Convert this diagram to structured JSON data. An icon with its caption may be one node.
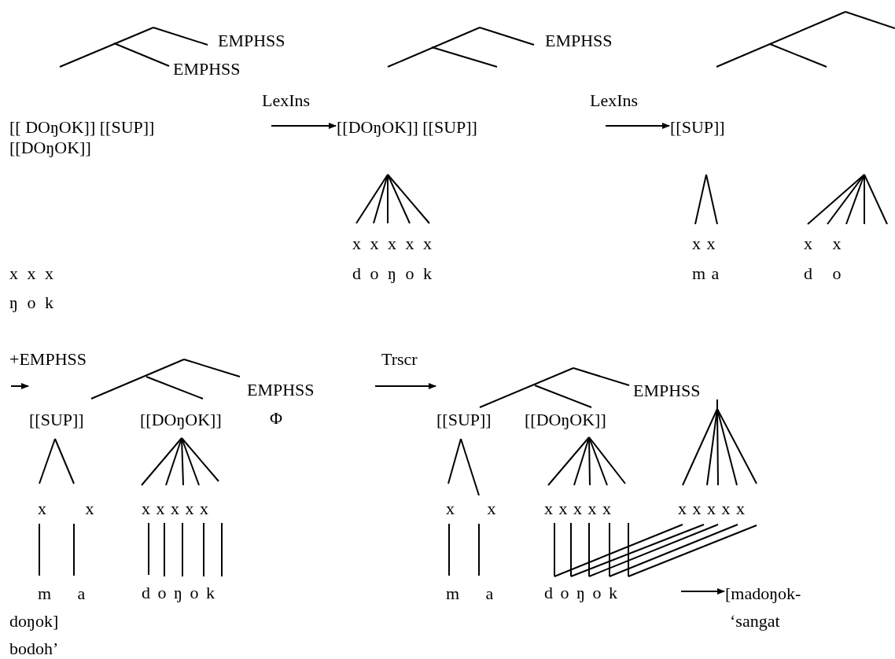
{
  "diagram": {
    "nodes": [
      {
        "text": [
          "[[ DOŋOK]] [[SUP]] [[DOŋOK]]"
        ]
      },
      {
        "text": [
          "[[DOŋOK]] [[SUP]]"
        ]
      },
      {
        "text": [
          "[[SUP]]"
        ]
      },
      {
        "text": [
          "[[SUP]]"
        ]
      },
      {
        "text": [
          "[[DOŋOK]]"
        ]
      },
      {
        "text": [
          "[[SUP]]"
        ]
      },
      {
        "text": [
          "[[DOŋOK]]"
        ]
      },
      {
        "text": [
          "[madoŋok-",
          "‘sangat"
        ]
      }
    ],
    "edges": [
      {
        "from": null,
        "to": 1,
        "arrow": "to",
        "label": "LexIns"
      },
      {
        "from": null,
        "to": 2,
        "arrow": "to",
        "label": "LexIns"
      },
      {
        "from": null,
        "to": 3,
        "arrow": "to",
        "label": "+EMPHSS"
      },
      {
        "from": null,
        "to": 5,
        "arrow": "to",
        "label": "Trscr"
      },
      {
        "from": null,
        "to": 7,
        "arrow": "to"
      }
    ],
    "labels": [
      "EMPHSS",
      "EMPHSS",
      "EMPHSS",
      "x x x x x",
      "x x",
      "x x",
      "x x x",
      "d o ŋ o k",
      "m a",
      "d o",
      "ŋ o k",
      "EMPHSS",
      "Φ",
      "EMPHSS",
      "x x",
      "x x x x x",
      "x x",
      "x x x x x",
      "x x x x x",
      "m a",
      "d o ŋ o k",
      "m a",
      "d o ŋ o k",
      "doŋok]",
      "bodoh’"
    ]
  }
}
